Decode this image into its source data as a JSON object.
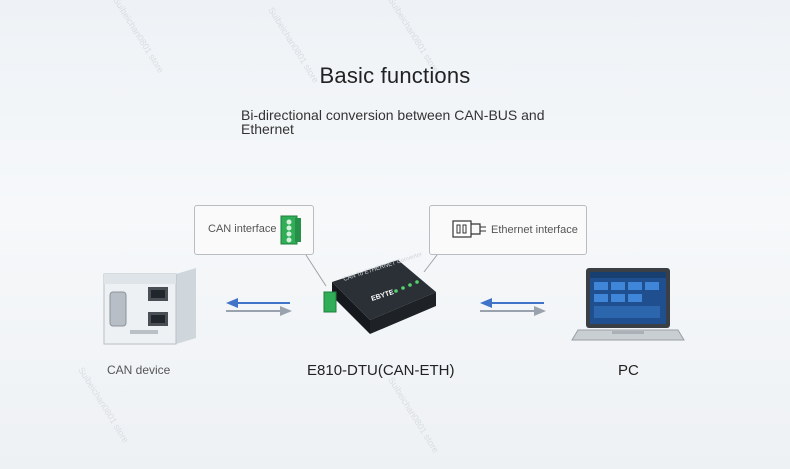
{
  "title": "Basic functions",
  "subtitle": "Bi-directional conversion between CAN-BUS and Ethernet",
  "callouts": {
    "can": "CAN interface",
    "ethernet": "Ethernet interface"
  },
  "labels": {
    "can_device": "CAN device",
    "converter": "E810-DTU(CAN-ETH)",
    "pc": "PC"
  },
  "device_text": {
    "converter_top": "CAN To ETHERNET Converter",
    "converter_brand": "EBYTE"
  },
  "watermark": "Suibeichan0801 store",
  "colors": {
    "arrow_blue": "#3f74c9",
    "arrow_gray": "#9aa3ad",
    "terminal_green": "#2fae57"
  }
}
